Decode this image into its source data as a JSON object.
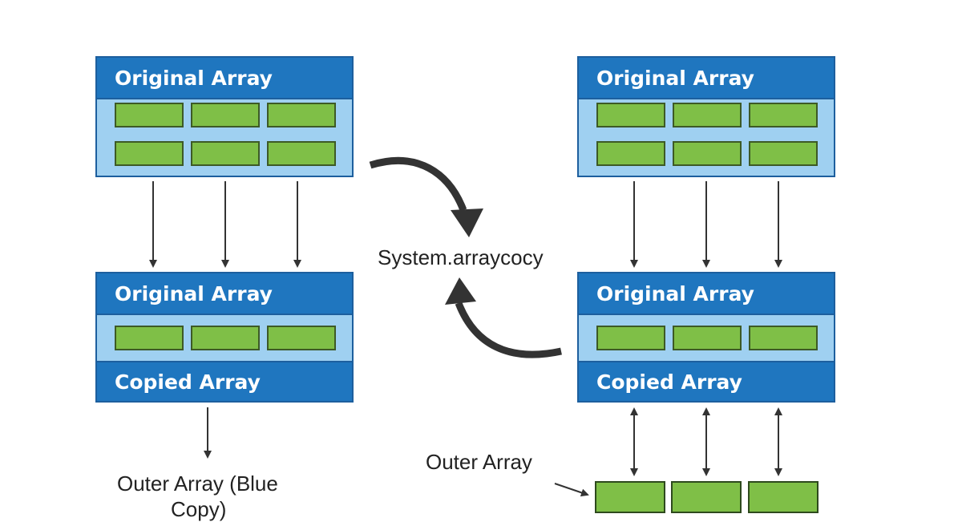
{
  "left": {
    "top_panel": {
      "header": "Original Array"
    },
    "bottom_panel": {
      "header": "Original Array",
      "footer": "Copied Array"
    },
    "caption_line1": "Outer Array (Blue",
    "caption_line2": "Copy)"
  },
  "right": {
    "top_panel": {
      "header": "Original Array"
    },
    "bottom_panel": {
      "header": "Original Array",
      "footer": "Copied Array"
    },
    "outer_label": "Outer Array"
  },
  "center_label": "System.arraycocy",
  "colors": {
    "header_blue": "#1f76bf",
    "panel_light_blue": "#9fd0f1",
    "cell_green": "#7fbf47",
    "arrow_dark": "#333333"
  }
}
